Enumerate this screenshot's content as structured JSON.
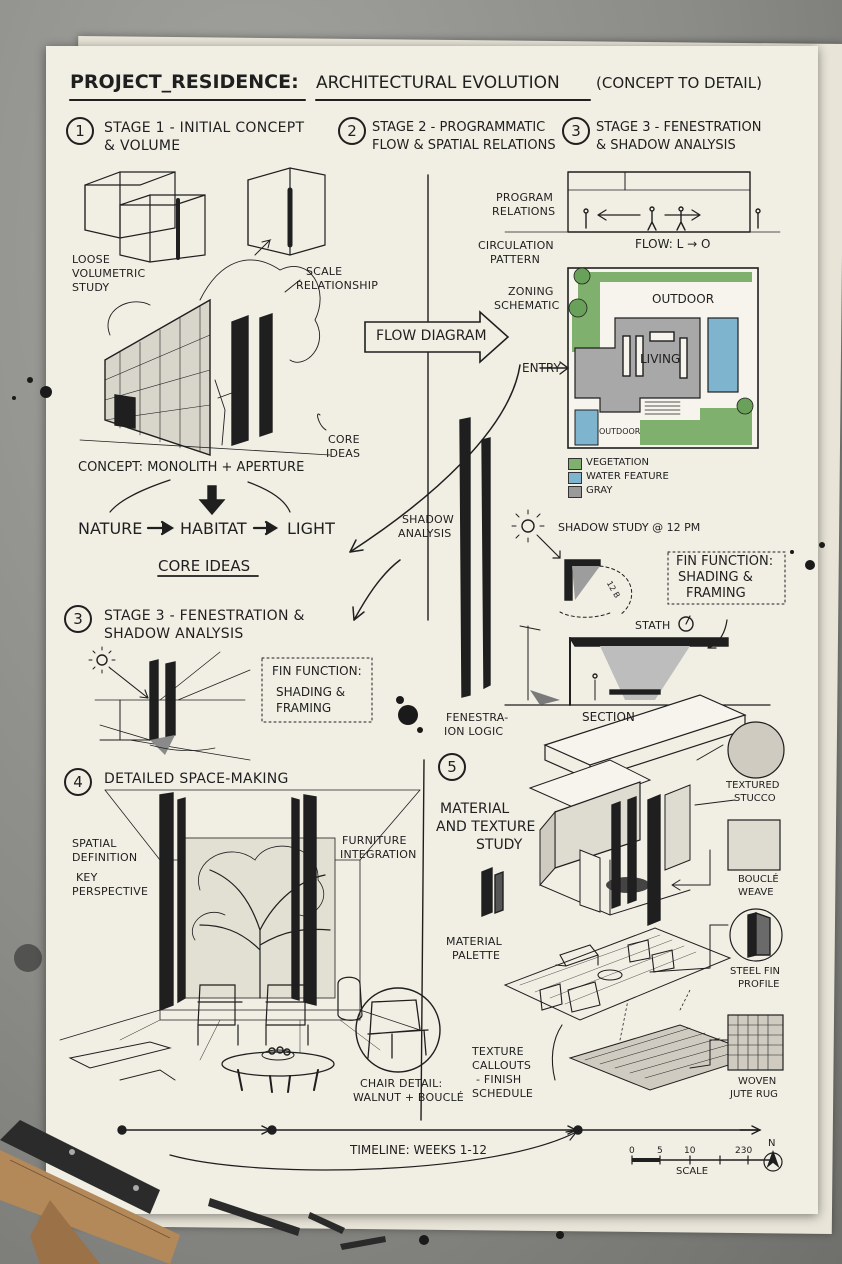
{
  "title": {
    "part1": "PROJECT_RESIDENCE:",
    "part2": "ARCHITECTURAL EVOLUTION",
    "part3": "(CONCEPT TO DETAIL)"
  },
  "stages": {
    "s1": {
      "num": "1",
      "line1": "STAGE 1 - INITIAL CONCEPT",
      "line2": "& VOLUME"
    },
    "s2": {
      "num": "2",
      "line1": "STAGE 2 - PROGRAMMATIC",
      "line2": "FLOW & SPATIAL RELATIONS"
    },
    "s3": {
      "num": "3",
      "line1": "STAGE 3 - FENESTRATION",
      "line2": "& SHADOW ANALYSIS"
    },
    "s3b": {
      "num": "3",
      "line1": "STAGE 3 - FENESTRATION &",
      "line2": "SHADOW ANALYSIS"
    },
    "s4": {
      "num": "4",
      "line1": "DETAILED SPACE-MAKING"
    },
    "s5": {
      "num": "5"
    }
  },
  "labels": {
    "loose1": "LOOSE",
    "loose2": "VOLUMETRIC",
    "loose3": "STUDY",
    "scale1": "SCALE",
    "scale2": "RELATIONSHIP",
    "core1": "CORE",
    "core2": "IDEAS",
    "concept": "CONCEPT: MONOLITH + APERTURE",
    "nature": "NATURE",
    "habitat": "HABITAT",
    "light": "LIGHT",
    "core_ideas": "CORE IDEAS",
    "flow_diagram": "FLOW DIAGRAM",
    "program1": "PROGRAM",
    "program2": "RELATIONS",
    "circ1": "CIRCULATION",
    "circ2": "PATTERN",
    "flow_lo": "FLOW: L → O",
    "zoning1": "ZONING",
    "zoning2": "SCHEMATIC",
    "outdoor": "OUTDOOR",
    "living": "LIVING",
    "outdoor_small": "OUTDOOR",
    "entry": "ENTRY",
    "shadow1": "SHADOW",
    "shadow2": "ANALYSIS",
    "shadow_study": "SHADOW STUDY @ 12 PM",
    "fin_function": "FIN FUNCTION:",
    "shading": "SHADING &",
    "framing": "FRAMING",
    "fin_function_b": "FIN FUNCTION:",
    "shading_b": "SHADING &",
    "framing_b": "FRAMING",
    "stath": "STATH",
    "section": "SECTION",
    "fen1": "FENESTRA-",
    "fen2": "ION LOGIC",
    "spatial1": "SPATIAL",
    "spatial2": "DEFINITION",
    "key1": "KEY",
    "key2": "PERSPECTIVE",
    "furn1": "FURNITURE",
    "furn2": "INTEGRATION",
    "chair1": "CHAIR DETAIL:",
    "chair2": "WALNUT + BOUCLÉ",
    "mat1": "MATERIAL",
    "mat2": "AND TEXTURE",
    "mat3": "STUDY",
    "palette1": "MATERIAL",
    "palette2": "PALETTE",
    "tex1": "TEXTURE",
    "tex2": "CALLOUTS",
    "tex3": "- FINISH",
    "tex4": "SCHEDULE",
    "stucco1": "TEXTURED",
    "stucco2": "STUCCO",
    "boucle1": "BOUCLÉ",
    "boucle2": "WEAVE",
    "fin1": "STEEL FIN",
    "fin2": "PROFILE",
    "rug1": "WOVEN",
    "rug2": "JUTE RUG",
    "timeline": "TIMELINE: WEEKS 1-12",
    "scale_word": "SCALE",
    "north": "N",
    "sun_dim": "12 B"
  },
  "legend": [
    {
      "label": "VEGETATION",
      "color": "#7fb06d"
    },
    {
      "label": "WATER FEATURE",
      "color": "#7fb4cf"
    },
    {
      "label": "GRAY",
      "color": "#9a9a9a"
    }
  ],
  "scale_ticks": [
    "0",
    "5",
    "10",
    "230"
  ],
  "colors": {
    "ink": "#1f1f1f",
    "paper": "#f1eee4",
    "vegetation": "#7fb06d",
    "water": "#7fb4cf",
    "floor": "#a8a8a8"
  }
}
